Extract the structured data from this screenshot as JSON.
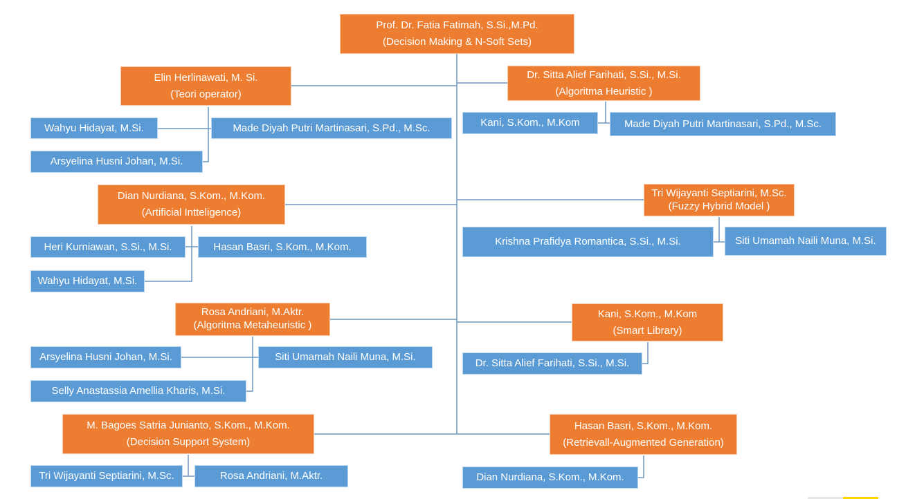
{
  "root": {
    "name": "Prof. Dr. Fatia Fatimah, S.Si.,M.Pd.",
    "topic": "(Decision Making & N-Soft Sets)"
  },
  "groups": [
    {
      "name": "Elin Herlinawati, M. Si.",
      "topic": "(Teori operator)",
      "members": [
        "Wahyu Hidayat, M.Si.",
        "Made Diyah Putri Martinasari, S.Pd., M.Sc.",
        "Arsyelina Husni Johan, M.Si."
      ]
    },
    {
      "name": "Dian Nurdiana, S.Kom., M.Kom.",
      "topic": "(Artificial Intteligence)",
      "members": [
        "Heri Kurniawan, S.Si., M.Si.",
        "Hasan Basri, S.Kom., M.Kom.",
        "Wahyu Hidayat, M.Si."
      ]
    },
    {
      "name": "Rosa Andriani, M.Aktr.",
      "topic": "(Algoritma Metaheuristic )",
      "members": [
        "Arsyelina Husni Johan, M.Si.",
        "Siti Umamah Naili Muna, M.Si.",
        "Selly Anastassia Amellia Kharis, M.Si."
      ]
    },
    {
      "name": "M. Bagoes Satria Junianto, S.Kom., M.Kom.",
      "topic": "(Decision Support System)",
      "members": [
        "Tri Wijayanti Septiarini, M.Sc.",
        "Rosa Andriani, M.Aktr."
      ]
    },
    {
      "name": "Dr. Sitta Alief Farihati, S.Si., M.Si.",
      "topic": "(Algoritma Heuristic )",
      "members": [
        "Kani, S.Kom., M.Kom",
        "Made Diyah Putri Martinasari, S.Pd., M.Sc."
      ]
    },
    {
      "name": "Tri Wijayanti Septiarini, M.Sc.",
      "topic": "(Fuzzy Hybrid Model )",
      "members": [
        "Krishna Prafidya Romantica, S.Si., M.Si.",
        "Siti Umamah Naili Muna, M.Si."
      ]
    },
    {
      "name": "Kani, S.Kom., M.Kom",
      "topic": "(Smart Library)",
      "members": [
        "Dr. Sitta Alief Farihati, S.Si., M.Si."
      ]
    },
    {
      "name": "Hasan Basri, S.Kom., M.Kom.",
      "topic": "(Retrievall-Augmented Generation)",
      "members": [
        "Dian Nurdiana, S.Kom., M.Kom."
      ]
    }
  ],
  "colors": {
    "lead": "#ED7D31",
    "member": "#5B9BD5",
    "connector": "#6D95C0"
  }
}
